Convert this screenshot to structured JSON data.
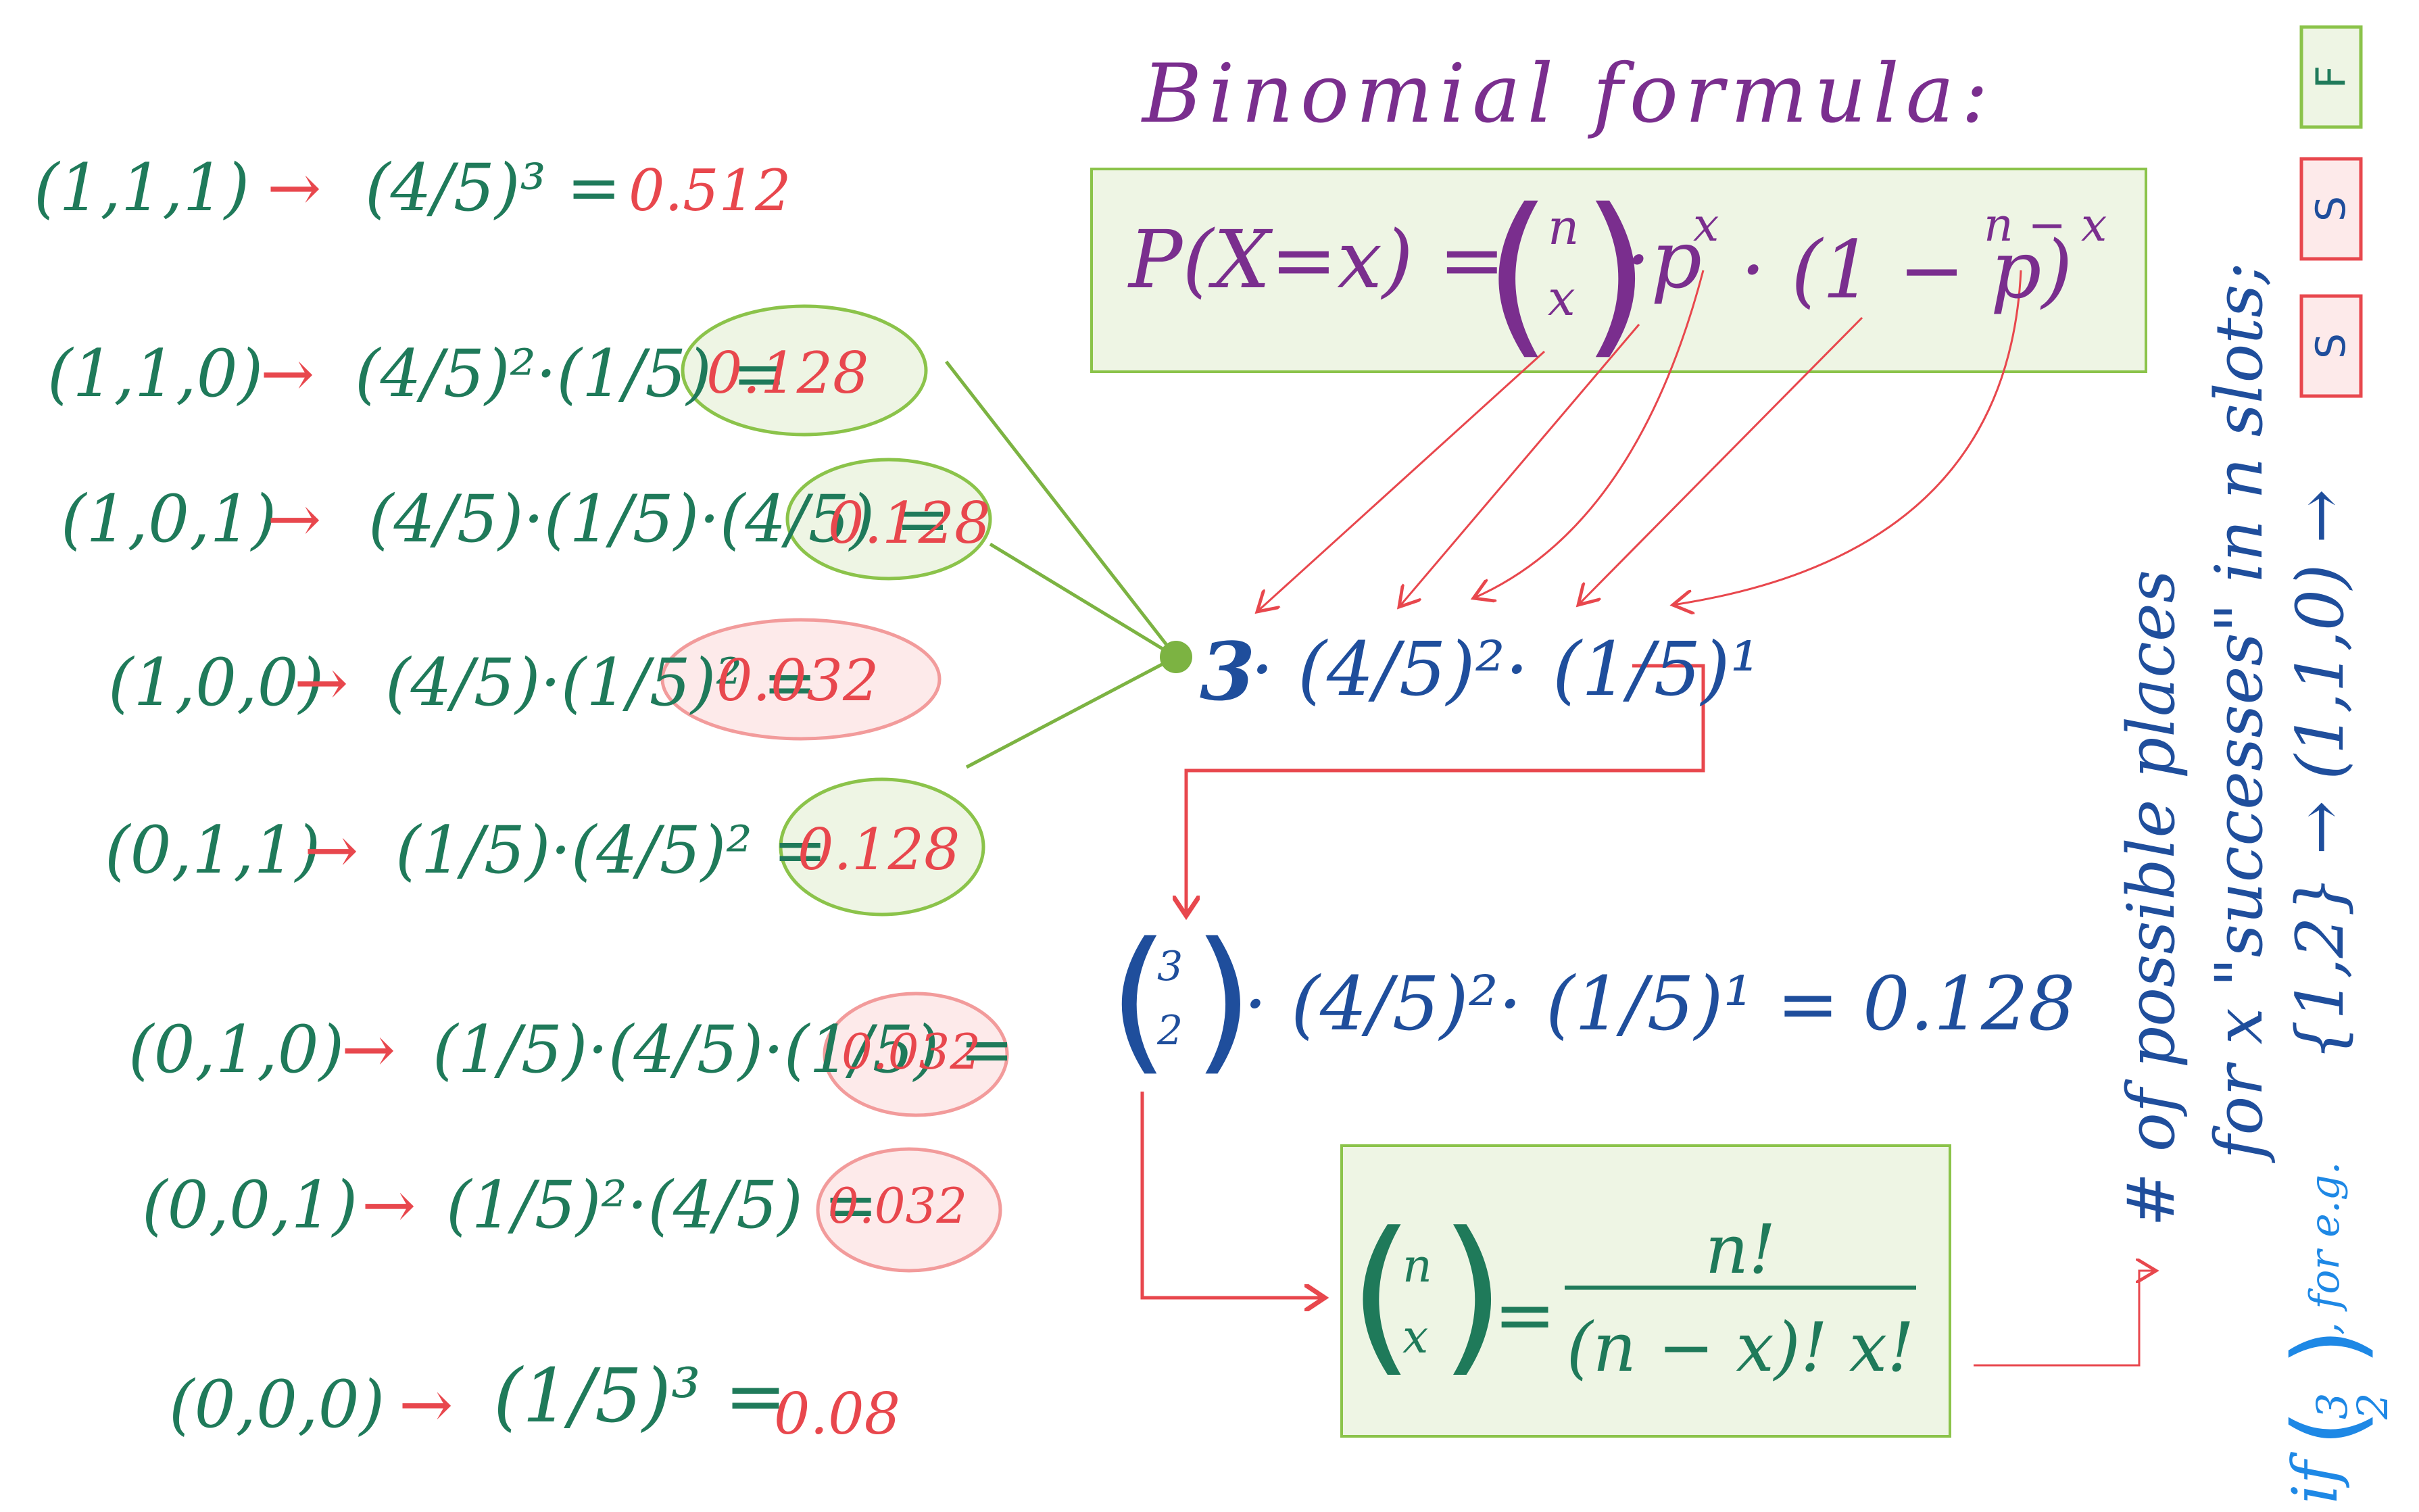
{
  "title": "Binomial formula:",
  "formula": {
    "lhs": "P(X=x) = ",
    "binom_top": "n",
    "binom_bottom": "x",
    "rest": "·p",
    "sup1": "x",
    "rest2": "· (1 − p)",
    "sup2": "n − x"
  },
  "rows": [
    {
      "tuple": "(1,1,1)",
      "arrow": "→",
      "expr": "(4/5)³ =",
      "result": "0.512",
      "highlight": "none"
    },
    {
      "tuple": "(1,1,0)",
      "arrow": "→",
      "expr": "(4/5)²·(1/5) =",
      "result": "0.128",
      "highlight": "green"
    },
    {
      "tuple": "(1,0,1)",
      "arrow": "→",
      "expr": "(4/5)·(1/5)·(4/5) =",
      "result": "0.128",
      "highlight": "green"
    },
    {
      "tuple": "(1,0,0)",
      "arrow": "→",
      "expr": "(4/5)·(1/5)² =",
      "result": "0.032",
      "highlight": "red"
    },
    {
      "tuple": "(0,1,1)",
      "arrow": "→",
      "expr": "(1/5)·(4/5)² =",
      "result": "0.128",
      "highlight": "green"
    },
    {
      "tuple": "(0,1,0)",
      "arrow": "→",
      "expr": "(1/5)·(4/5)·(1/5) =",
      "result": "0.032",
      "highlight": "red"
    },
    {
      "tuple": "(0,0,1)",
      "arrow": "→",
      "expr": "(1/5)²·(4/5) =",
      "result": "0.032",
      "highlight": "red"
    },
    {
      "tuple": "(0,0,0)",
      "arrow": "→",
      "expr": "(1/5)³ =",
      "result": "0.08",
      "highlight": "none"
    }
  ],
  "middle_expr": {
    "coef": "3",
    "body": "· (4/5)²· (1/5)¹"
  },
  "result_line": {
    "binom_top": "3",
    "binom_bottom": "2",
    "body": "· (4/5)²· (1/5)¹ = 0.128"
  },
  "binom_def": {
    "binom_top": "n",
    "binom_bottom": "x",
    "equals": "=",
    "numerator": "n!",
    "denominator": "(n − x)! x!"
  },
  "side_notes": {
    "line1": "# of possible places",
    "line2": "for x \"successes\" in n slots;",
    "line3": "{1,2} → (1,1,0) →",
    "line4_prefix": "if",
    "line4_binom_top": "3",
    "line4_binom_bottom": "2",
    "line4_suffix": ", for e.g."
  },
  "slots": [
    {
      "label": "F",
      "color": "#8bc34a"
    },
    {
      "label": "S",
      "color": "#e8474d"
    },
    {
      "label": "S",
      "color": "#e8474d"
    }
  ],
  "colors": {
    "green_text": "#1f7a5a",
    "red_text": "#e8474d",
    "blue_text": "#1f4e9c",
    "purple_text": "#7a2e8e",
    "box_fill": "#eef5e4",
    "box_border": "#8bc34a"
  }
}
